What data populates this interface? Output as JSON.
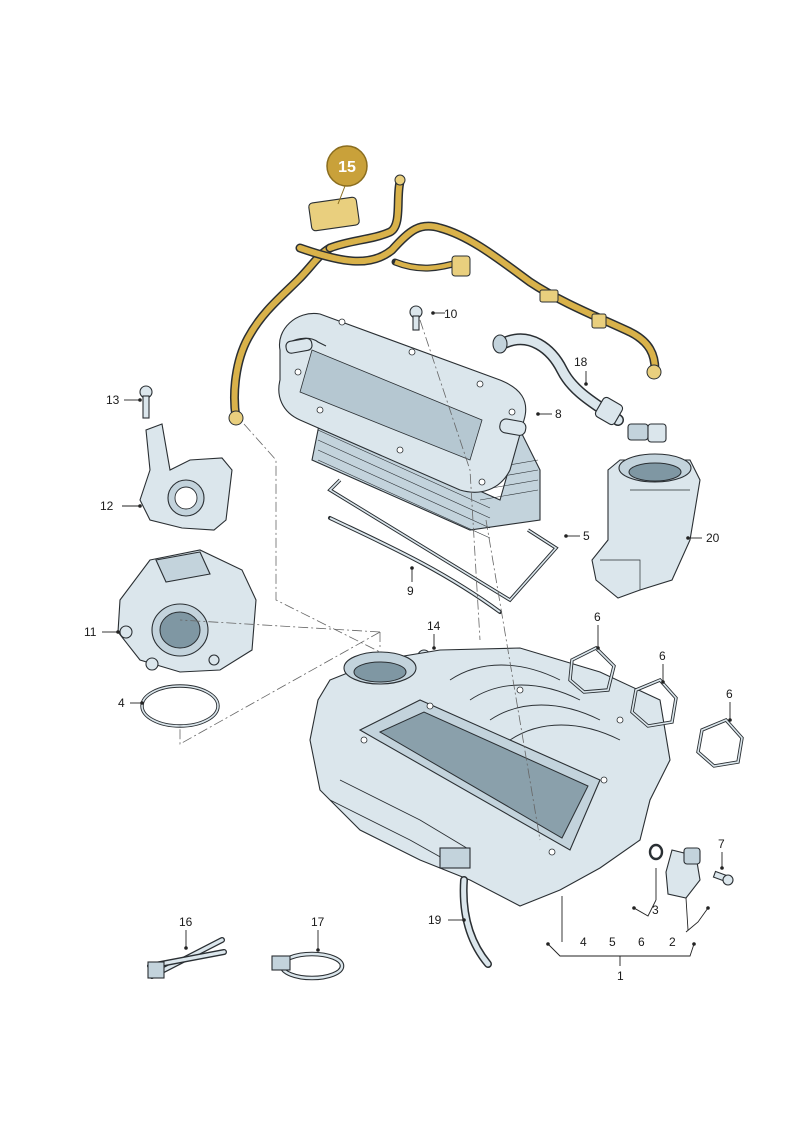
{
  "diagram": {
    "highlighted_part": "15",
    "highlight_color": "#c9a13a",
    "part_fill_color": "#dbe6ec",
    "labels": [
      "1",
      "2",
      "3",
      "4",
      "5",
      "6",
      "7",
      "8",
      "9",
      "10",
      "11",
      "12",
      "13",
      "14",
      "15",
      "16",
      "17",
      "18",
      "19",
      "20"
    ],
    "group_row": [
      "4",
      "5",
      "6",
      "2"
    ]
  }
}
